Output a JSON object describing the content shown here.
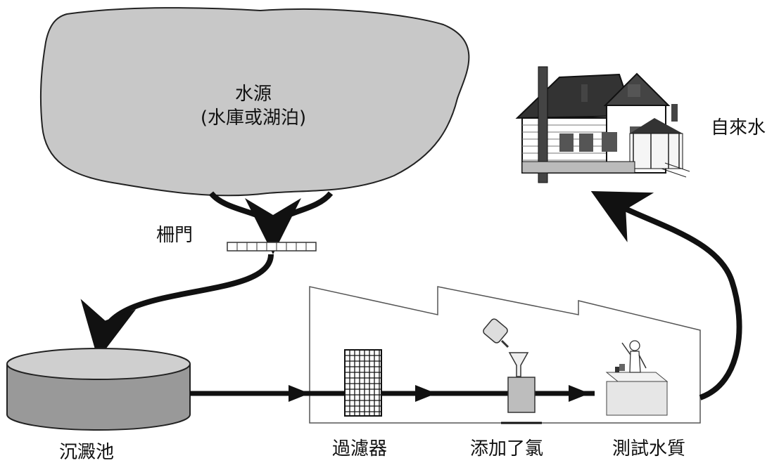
{
  "labels": {
    "source_line1": "水源",
    "source_line2": "(水庫或湖泊)",
    "gate": "柵門",
    "sedimentation": "沉澱池",
    "filter": "過濾器",
    "chlorine": "添加了氯",
    "testing": "測試水質",
    "tap_water": "自來水"
  },
  "icons": [
    "cloud-shape",
    "gate-grid-icon",
    "tank-icon",
    "factory-building",
    "filter-grid-icon",
    "chlorine-bottle-icon",
    "funnel-icon",
    "scientist-icon",
    "house-icon"
  ]
}
